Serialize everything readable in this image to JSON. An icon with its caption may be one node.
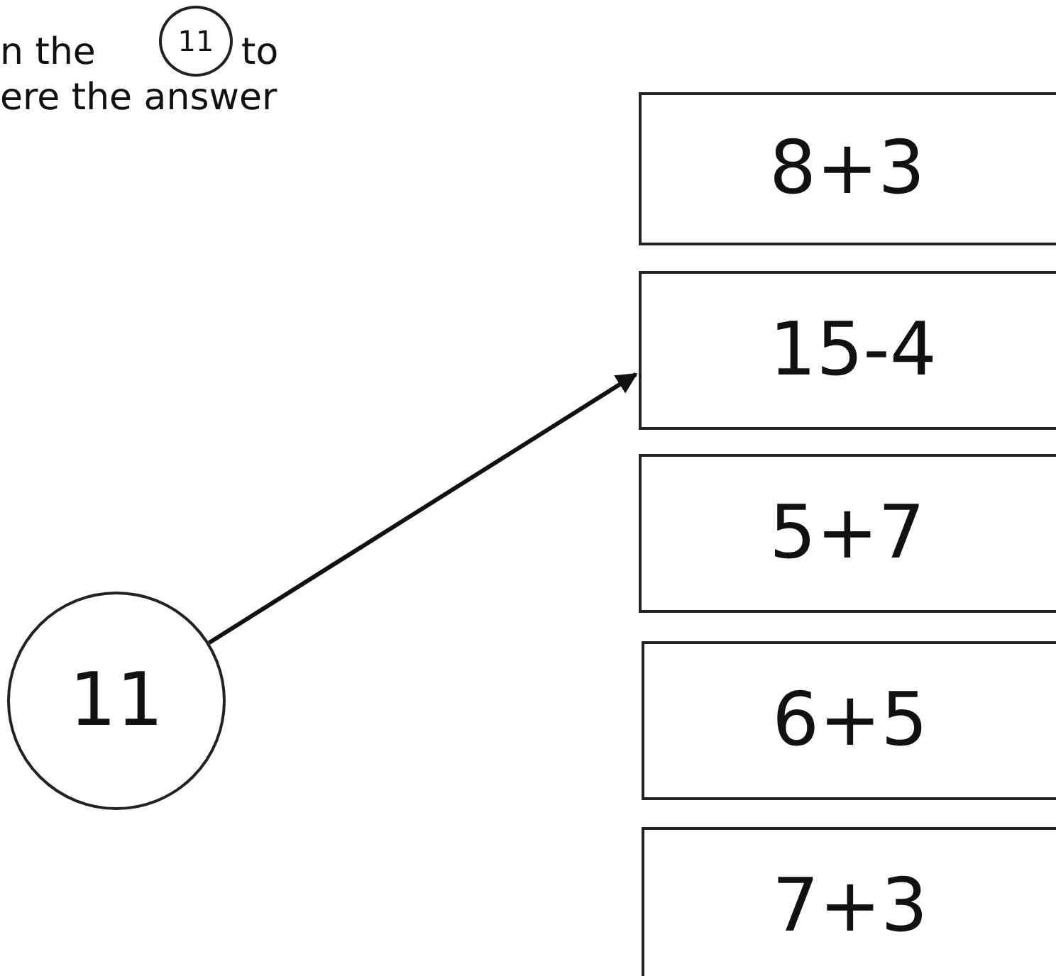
{
  "diagram": {
    "nodes": [
      {
        "text": [
          "11"
        ]
      },
      {
        "text": [
          "11"
        ]
      },
      {
        "text": [
          "8+3"
        ]
      },
      {
        "text": [
          "15-4"
        ]
      },
      {
        "text": [
          "5+7"
        ]
      },
      {
        "text": [
          "6+5"
        ]
      },
      {
        "text": [
          "7+3"
        ]
      }
    ],
    "edges": [
      {
        "from": 1,
        "to": 3,
        "arrow": "to"
      }
    ],
    "labels": [
      "n the",
      "to",
      "ere the answer"
    ]
  }
}
